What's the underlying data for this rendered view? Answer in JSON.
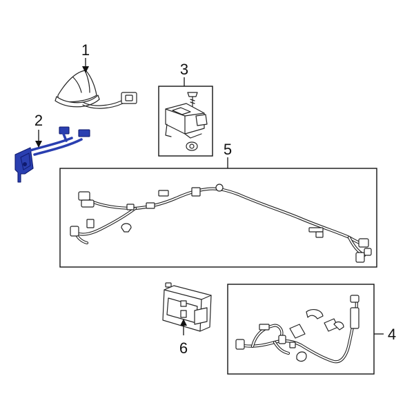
{
  "diagram": {
    "callouts": [
      {
        "id": "1",
        "text": "1"
      },
      {
        "id": "2",
        "text": "2"
      },
      {
        "id": "3",
        "text": "3"
      },
      {
        "id": "4",
        "text": "4"
      },
      {
        "id": "5",
        "text": "5"
      },
      {
        "id": "6",
        "text": "6"
      }
    ],
    "highlight_color": "#2a3fb0",
    "line_color": "#111111"
  }
}
